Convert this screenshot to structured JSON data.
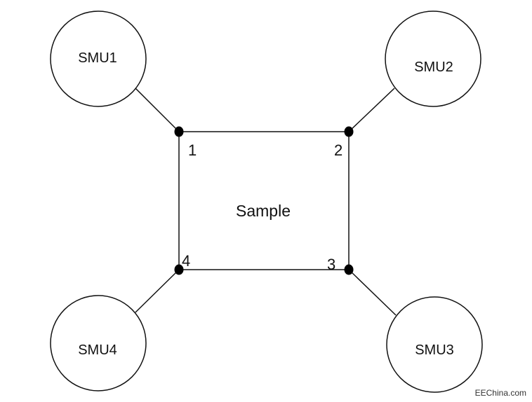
{
  "sample": {
    "label": "Sample"
  },
  "corners": [
    {
      "id": "1",
      "label": "1"
    },
    {
      "id": "2",
      "label": "2"
    },
    {
      "id": "3",
      "label": "3"
    },
    {
      "id": "4",
      "label": "4"
    }
  ],
  "smus": [
    {
      "id": "SMU1",
      "label": "SMU1",
      "corner": "1"
    },
    {
      "id": "SMU2",
      "label": "SMU2",
      "corner": "2"
    },
    {
      "id": "SMU3",
      "label": "SMU3",
      "corner": "3"
    },
    {
      "id": "SMU4",
      "label": "SMU4",
      "corner": "4"
    }
  ],
  "watermark": "EEChina.com"
}
